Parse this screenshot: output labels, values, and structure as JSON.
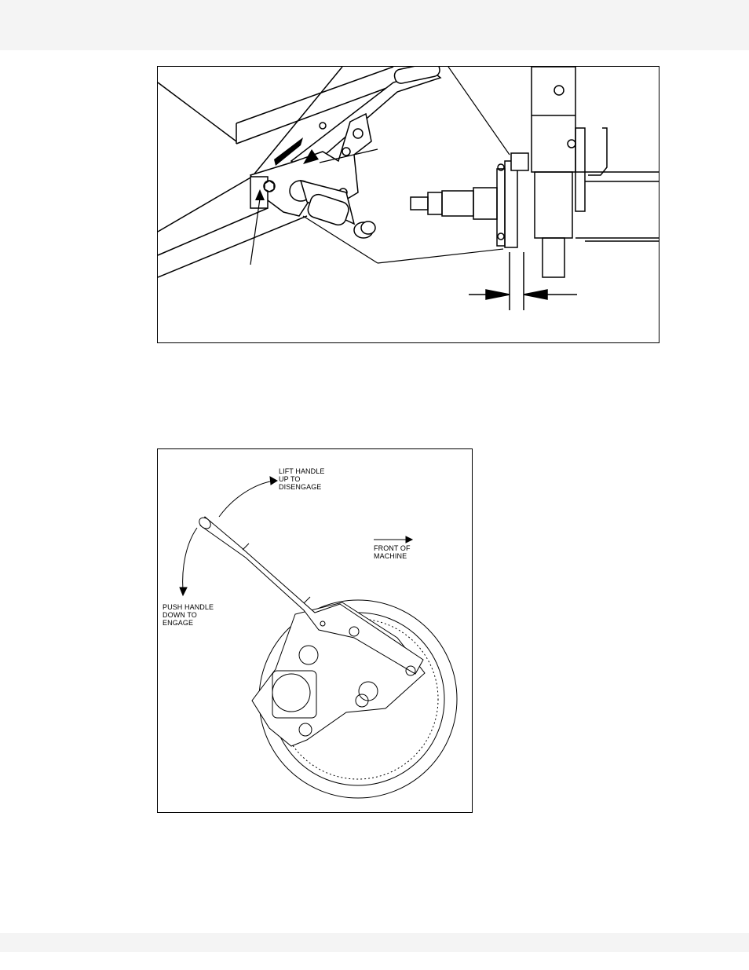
{
  "page": {
    "background": "#ffffff",
    "band_color": "#f4f4f4",
    "line_color": "#000000"
  },
  "figure_top": {
    "description_icons": [
      "handle-icon",
      "bolt-icon",
      "shaft-icon",
      "bracket-icon",
      "gap-arrow-icon"
    ]
  },
  "figure_bottom": {
    "labels": {
      "lift": "LIFT HANDLE\nUP TO\nDISENGAGE",
      "front": "FRONT OF\nMACHINE",
      "push": "PUSH HANDLE\nDOWN TO\nENGAGE"
    }
  }
}
